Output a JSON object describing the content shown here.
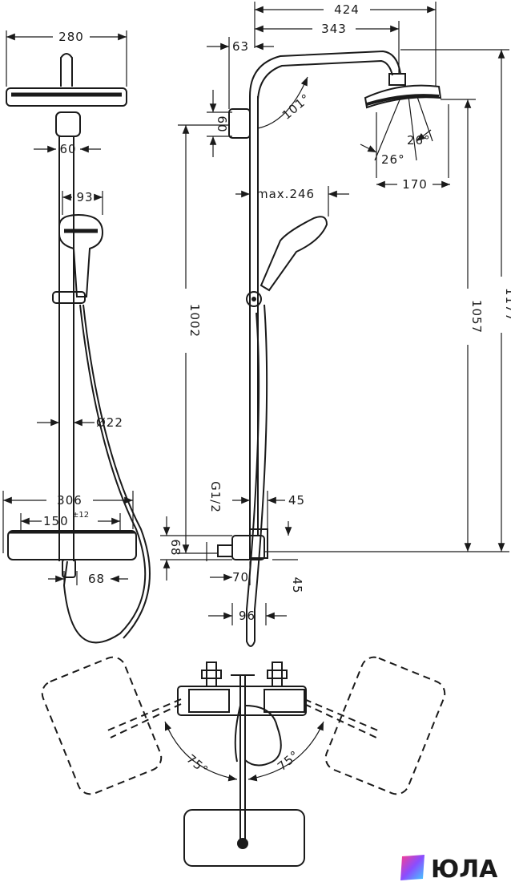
{
  "front_view": {
    "width_head": "280",
    "arm_width": "60",
    "hand_shower_width": "93",
    "rail_diameter": "Ø22",
    "thermostat_width": "306",
    "connection_distance": "150",
    "connection_tolerance": "±12",
    "spout_width": "68"
  },
  "side_view": {
    "total_projection": "424",
    "arm_projection": "343",
    "wall_distance": "63",
    "arm_angle": "101°",
    "holder_height": "60",
    "tilt_left": "26°",
    "tilt_right": "26°",
    "head_diameter": "170",
    "max_extension": "max.246",
    "rail_height": "1002",
    "outlet_height": "1057",
    "total_height": "1177",
    "thread": "G1/2",
    "offset_top": "45",
    "thermostat_height": "68",
    "spout_depth": "70",
    "offset_bottom": "45",
    "base_depth": "96"
  },
  "top_view": {
    "swivel_left": "75°",
    "swivel_right": "75°"
  },
  "logo": {
    "text": "ЮЛА",
    "color_a": "#ff3d8b",
    "color_b": "#3fd0ff",
    "color_c": "#8a4dff"
  }
}
